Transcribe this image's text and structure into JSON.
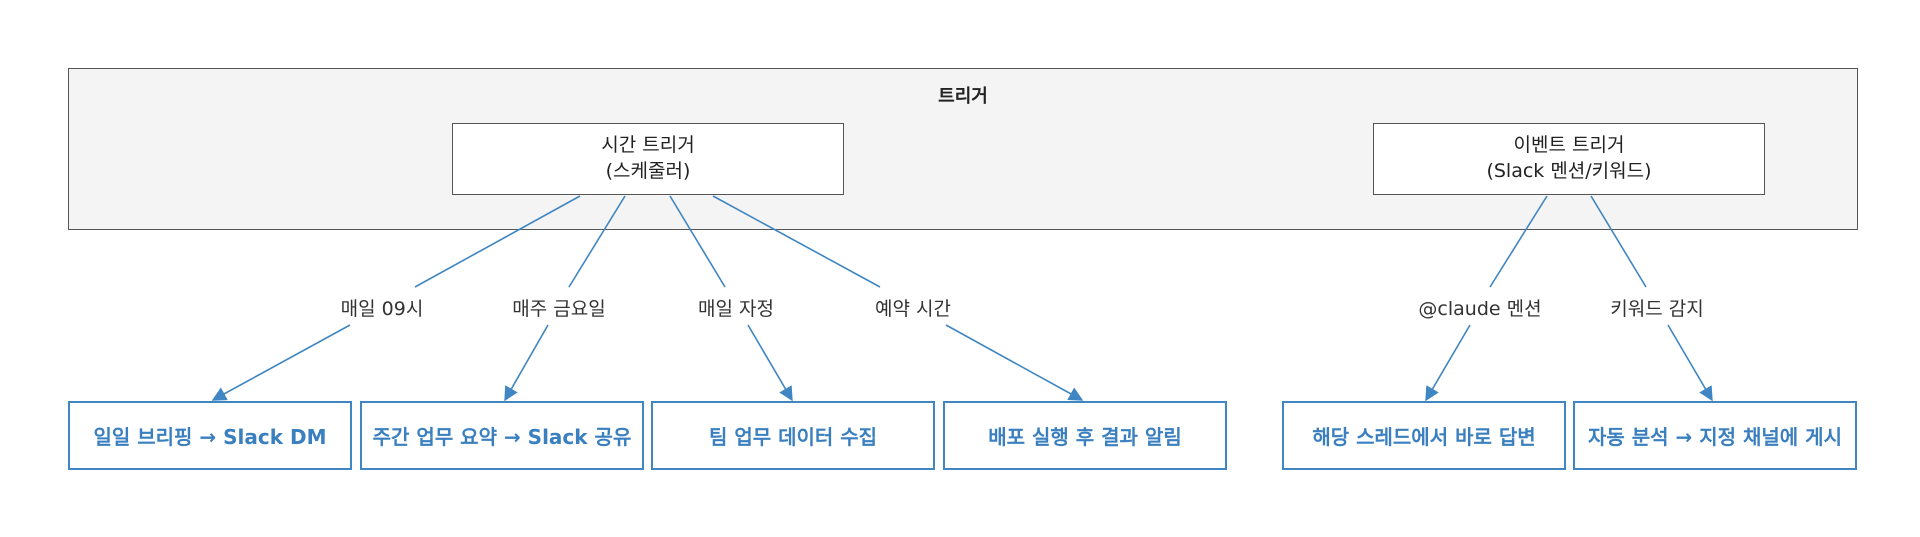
{
  "colors": {
    "edge": "#3f86c2",
    "result_text": "#3a7fbf",
    "group_fill": "#f4f4f4",
    "border": "#555555"
  },
  "group": {
    "title": "트리거"
  },
  "triggers": {
    "time": {
      "line1": "시간 트리거",
      "line2": "(스케줄러)"
    },
    "event": {
      "line1": "이벤트 트리거",
      "line2": "(Slack 멘션/키워드)"
    }
  },
  "edges": {
    "daily_9": "매일 09시",
    "weekly_fri": "매주 금요일",
    "daily_midnight": "매일 자정",
    "reserved": "예약 시간",
    "mention": "@claude 멘션",
    "keyword": "키워드 감지"
  },
  "results": {
    "daily_briefing": "일일 브리핑 → Slack DM",
    "weekly_summary": "주간 업무 요약 → Slack 공유",
    "team_data": "팀 업무 데이터 수집",
    "deploy_notify": "배포 실행 후 결과 알림",
    "thread_reply": "해당 스레드에서 바로 답변",
    "auto_post": "자동 분석 → 지정 채널에 게시"
  }
}
